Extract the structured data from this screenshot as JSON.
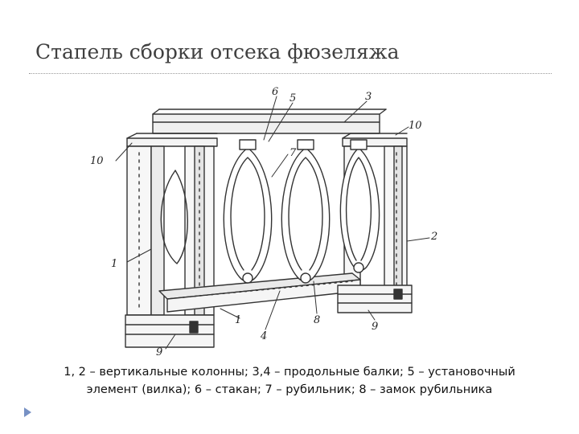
{
  "slide": {
    "title": "Стапель сборки отсека фюзеляжа",
    "caption_line1": "1, 2 – вертикальные колонны; 3,4 – продольные балки; 5 – установочный",
    "caption_line2": "элемент (вилка); 6 – стакан; 7 – рубильник; 8 – замок рубильника",
    "accent_color": "#7791c4"
  },
  "diagram": {
    "labels": {
      "l1a": "1",
      "l1b": "1",
      "l2": "2",
      "l3": "3",
      "l4": "4",
      "l5": "5",
      "l6": "6",
      "l7": "7",
      "l8": "8",
      "l9a": "9",
      "l9b": "9",
      "l10a": "10",
      "l10b": "10"
    }
  },
  "icons": {
    "bullet": "triangle-bullet-icon"
  }
}
